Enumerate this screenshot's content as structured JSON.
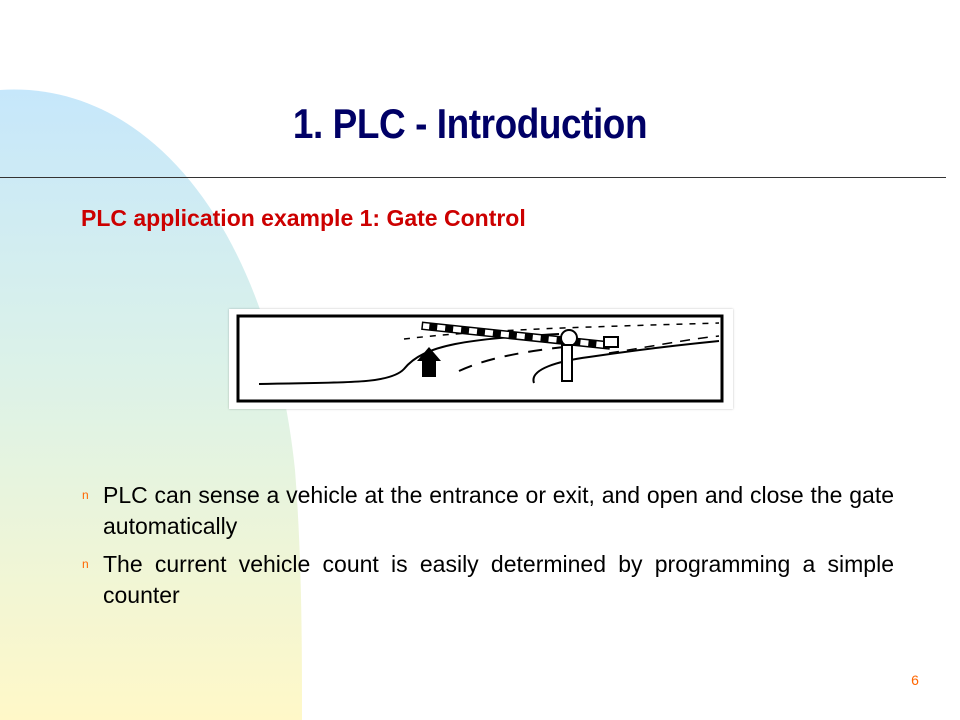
{
  "slide": {
    "title": "1. PLC - Introduction",
    "subtitle": "PLC application example 1: Gate Control",
    "figure_icon": "gate-control-diagram",
    "bullets": [
      {
        "marker": "n",
        "text": "PLC can sense a vehicle at the entrance or exit, and open and close the gate automatically"
      },
      {
        "marker": "n",
        "text": "The current vehicle count is easily determined by programming a simple counter"
      }
    ],
    "page_number": "6"
  },
  "colors": {
    "title": "#000066",
    "subtitle": "#cc0000",
    "bullet_marker": "#ff6600",
    "page_number": "#ff6600",
    "background_gradient_top": "#c6e7fb",
    "background_gradient_bottom": "#fff8c8"
  }
}
